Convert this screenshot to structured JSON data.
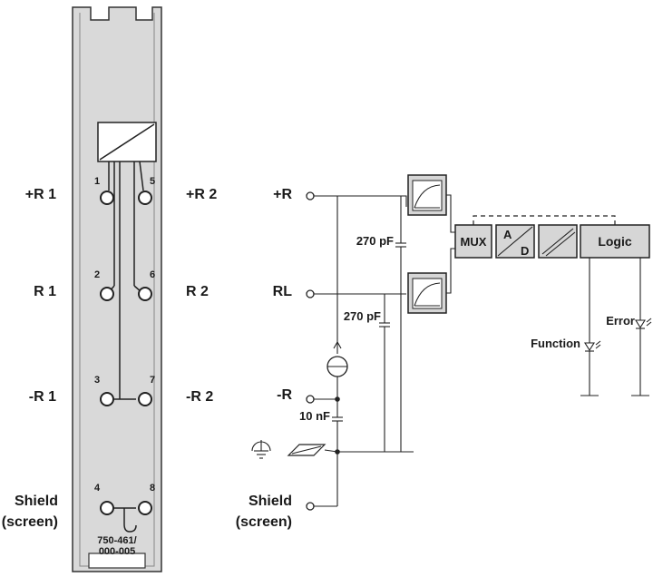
{
  "module_labels": {
    "r1_plus": "+R 1",
    "r2_plus": "+R 2",
    "r1": "R 1",
    "r2": "R 2",
    "r1_minus": "-R 1",
    "r2_minus": "-R 2",
    "shield_line1": "Shield",
    "shield_line2": "(screen)"
  },
  "pins": [
    "1",
    "5",
    "2",
    "6",
    "3",
    "7",
    "4",
    "8"
  ],
  "part_number": {
    "line1": "750-461/",
    "line2": "000-005"
  },
  "circuit": {
    "terminal_plus_r": "+R",
    "terminal_rl": "RL",
    "terminal_minus_r": "-R",
    "shield_line1": "Shield",
    "shield_line2": "(screen)",
    "cap1": "270 pF",
    "cap2": "270 pF",
    "cap3": "10 nF",
    "mux": "MUX",
    "adc_a": "A",
    "adc_d": "D",
    "logic": "Logic",
    "function_led": "Function",
    "error_led": "Error"
  },
  "colors": {
    "housing": "#d9d9d9",
    "line": "#222222"
  }
}
